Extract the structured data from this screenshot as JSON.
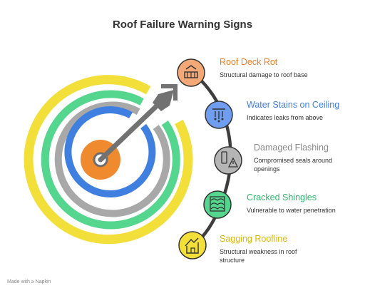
{
  "title": "Roof Failure Warning Signs",
  "footer": "Made with ≥ Napkin",
  "items": [
    {
      "title": "Roof Deck Rot",
      "desc": "Structural damage to roof base",
      "color": "#f07d22",
      "fill": "#f5a877",
      "icon": "roof-deck-icon"
    },
    {
      "title": "Water Stains on Ceiling",
      "desc": "Indicates leaks from above",
      "color": "#3f7fe0",
      "fill": "#6f9df0",
      "icon": "water-drips-icon"
    },
    {
      "title": "Damaged Flashing",
      "desc": "Compromised seals around openings",
      "color": "#8a8a8a",
      "fill": "#b5b5b5",
      "icon": "warning-icon"
    },
    {
      "title": "Cracked Shingles",
      "desc": "Vulnerable to water penetration",
      "color": "#2fb86c",
      "fill": "#54d68e",
      "icon": "shingles-icon"
    },
    {
      "title": "Sagging Roofline",
      "desc": "Structural weakness in roof structure",
      "color": "#e0b800",
      "fill": "#f3df3a",
      "icon": "sagging-roof-icon"
    }
  ]
}
